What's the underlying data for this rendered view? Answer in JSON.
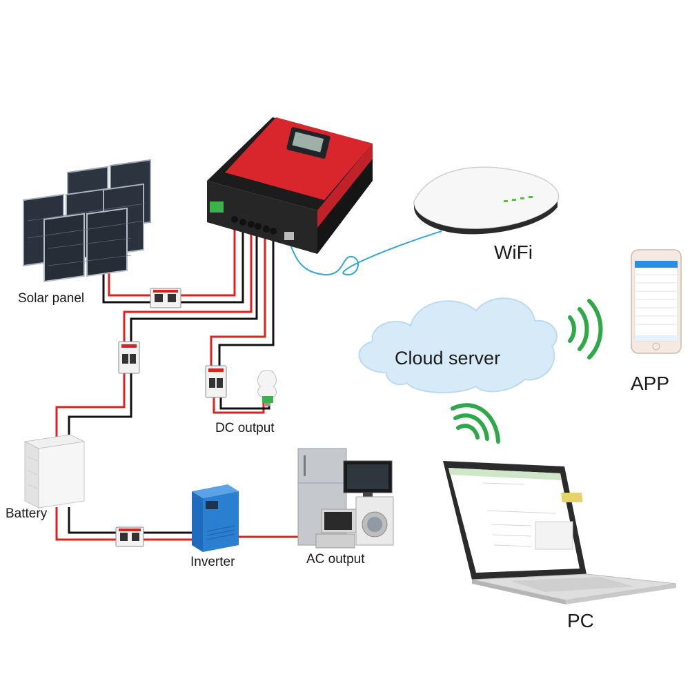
{
  "labels": {
    "solar_panel": "Solar panel",
    "battery": "Battery",
    "dc_output": "DC output",
    "inverter": "Inverter",
    "ac_output": "AC output",
    "wifi": "WiFi",
    "cloud_server": "Cloud server",
    "app": "APP",
    "pc": "PC"
  },
  "colors": {
    "controller_red": "#d8262c",
    "controller_black": "#1c1c1c",
    "wire_red": "#e0201c",
    "wire_black": "#111111",
    "cable_blue": "#2fa6d9",
    "signal_green": "#2fa84a",
    "cloud_blue": "#d6ebf7",
    "inverter_blue": "#2a7fd0"
  },
  "icons": [
    "solar-panel-icon",
    "charge-controller-icon",
    "wifi-router-icon",
    "cloud-icon",
    "smartphone-icon",
    "laptop-icon",
    "battery-cabinet-icon",
    "inverter-icon",
    "appliances-icon",
    "light-bulb-icon",
    "breaker-icon",
    "wireless-signal-icon"
  ]
}
